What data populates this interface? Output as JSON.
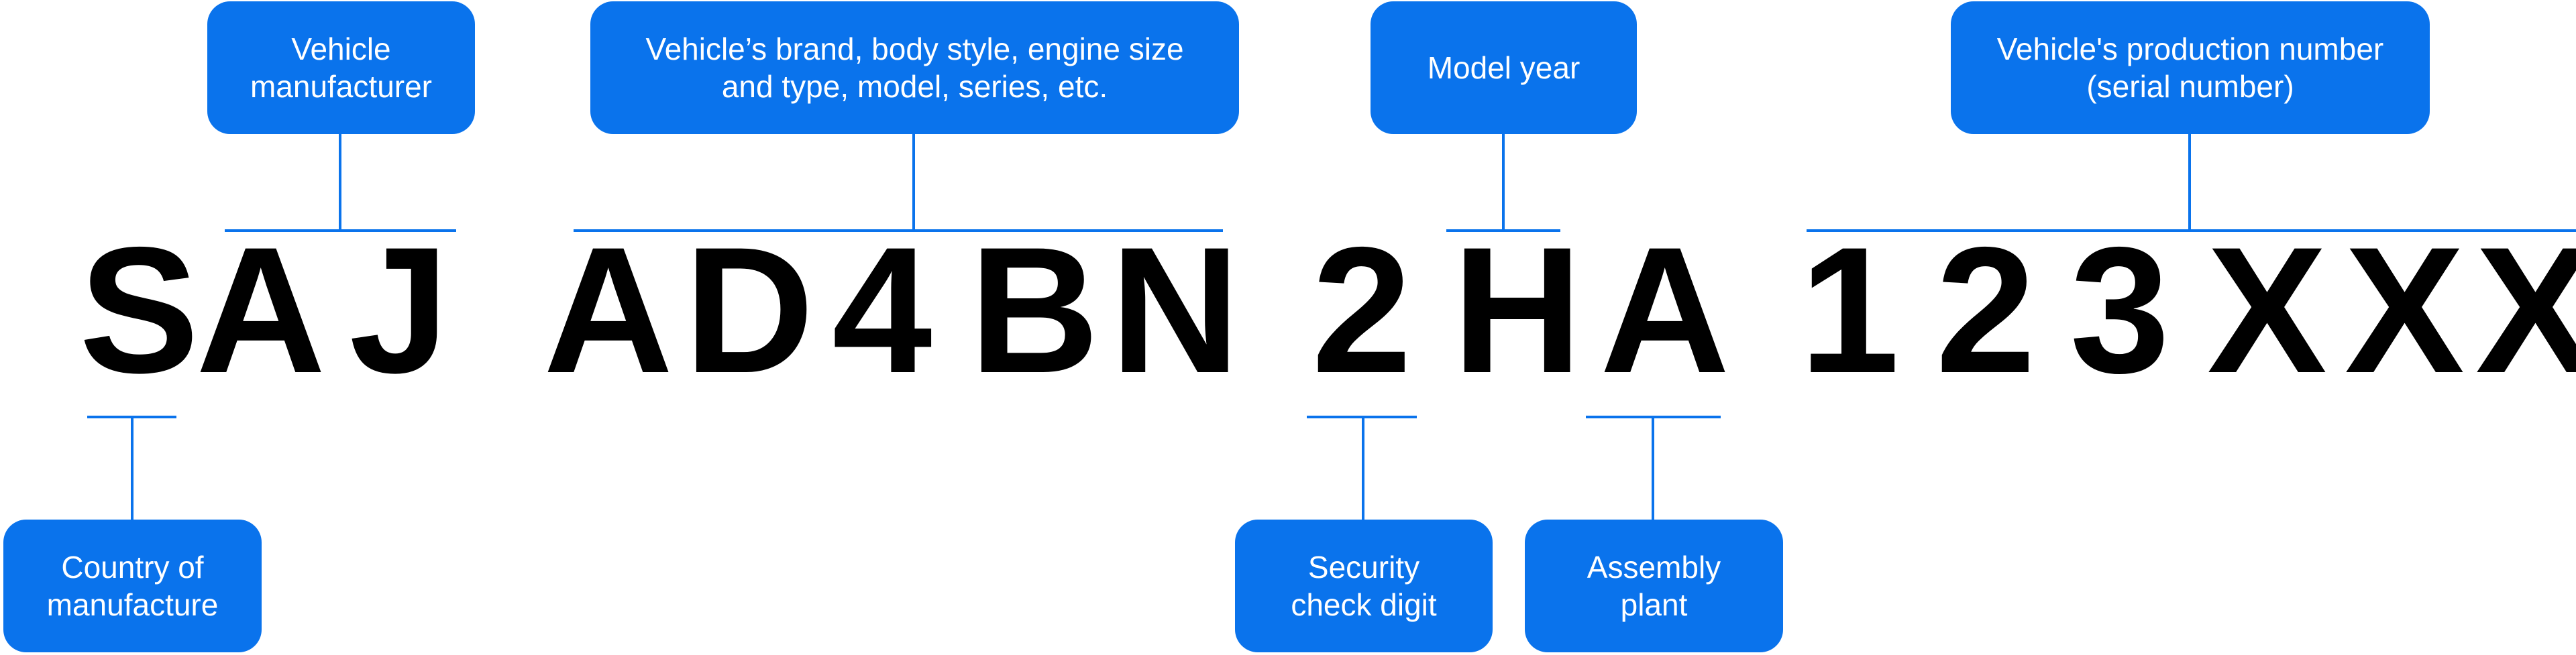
{
  "vin": {
    "characters": [
      "S",
      "A",
      "J",
      "A",
      "D",
      "4",
      "B",
      "N",
      "2",
      "H",
      "A",
      "1",
      "2",
      "3",
      "X",
      "X",
      "X"
    ]
  },
  "labels": {
    "manufacturer": "Vehicle\nmanufacturer",
    "descriptor": "Vehicle’s brand, body style, engine size\nand type, model, series, etc.",
    "model_year": "Model year",
    "serial": "Vehicle's production number\n(serial number)",
    "country": "Country of\nmanufacture",
    "check_digit": "Security\ncheck digit",
    "plant": "Assembly\nplant"
  },
  "colors": {
    "accent": "#0a73ec",
    "text": "#000000",
    "label_text": "#ffffff"
  }
}
